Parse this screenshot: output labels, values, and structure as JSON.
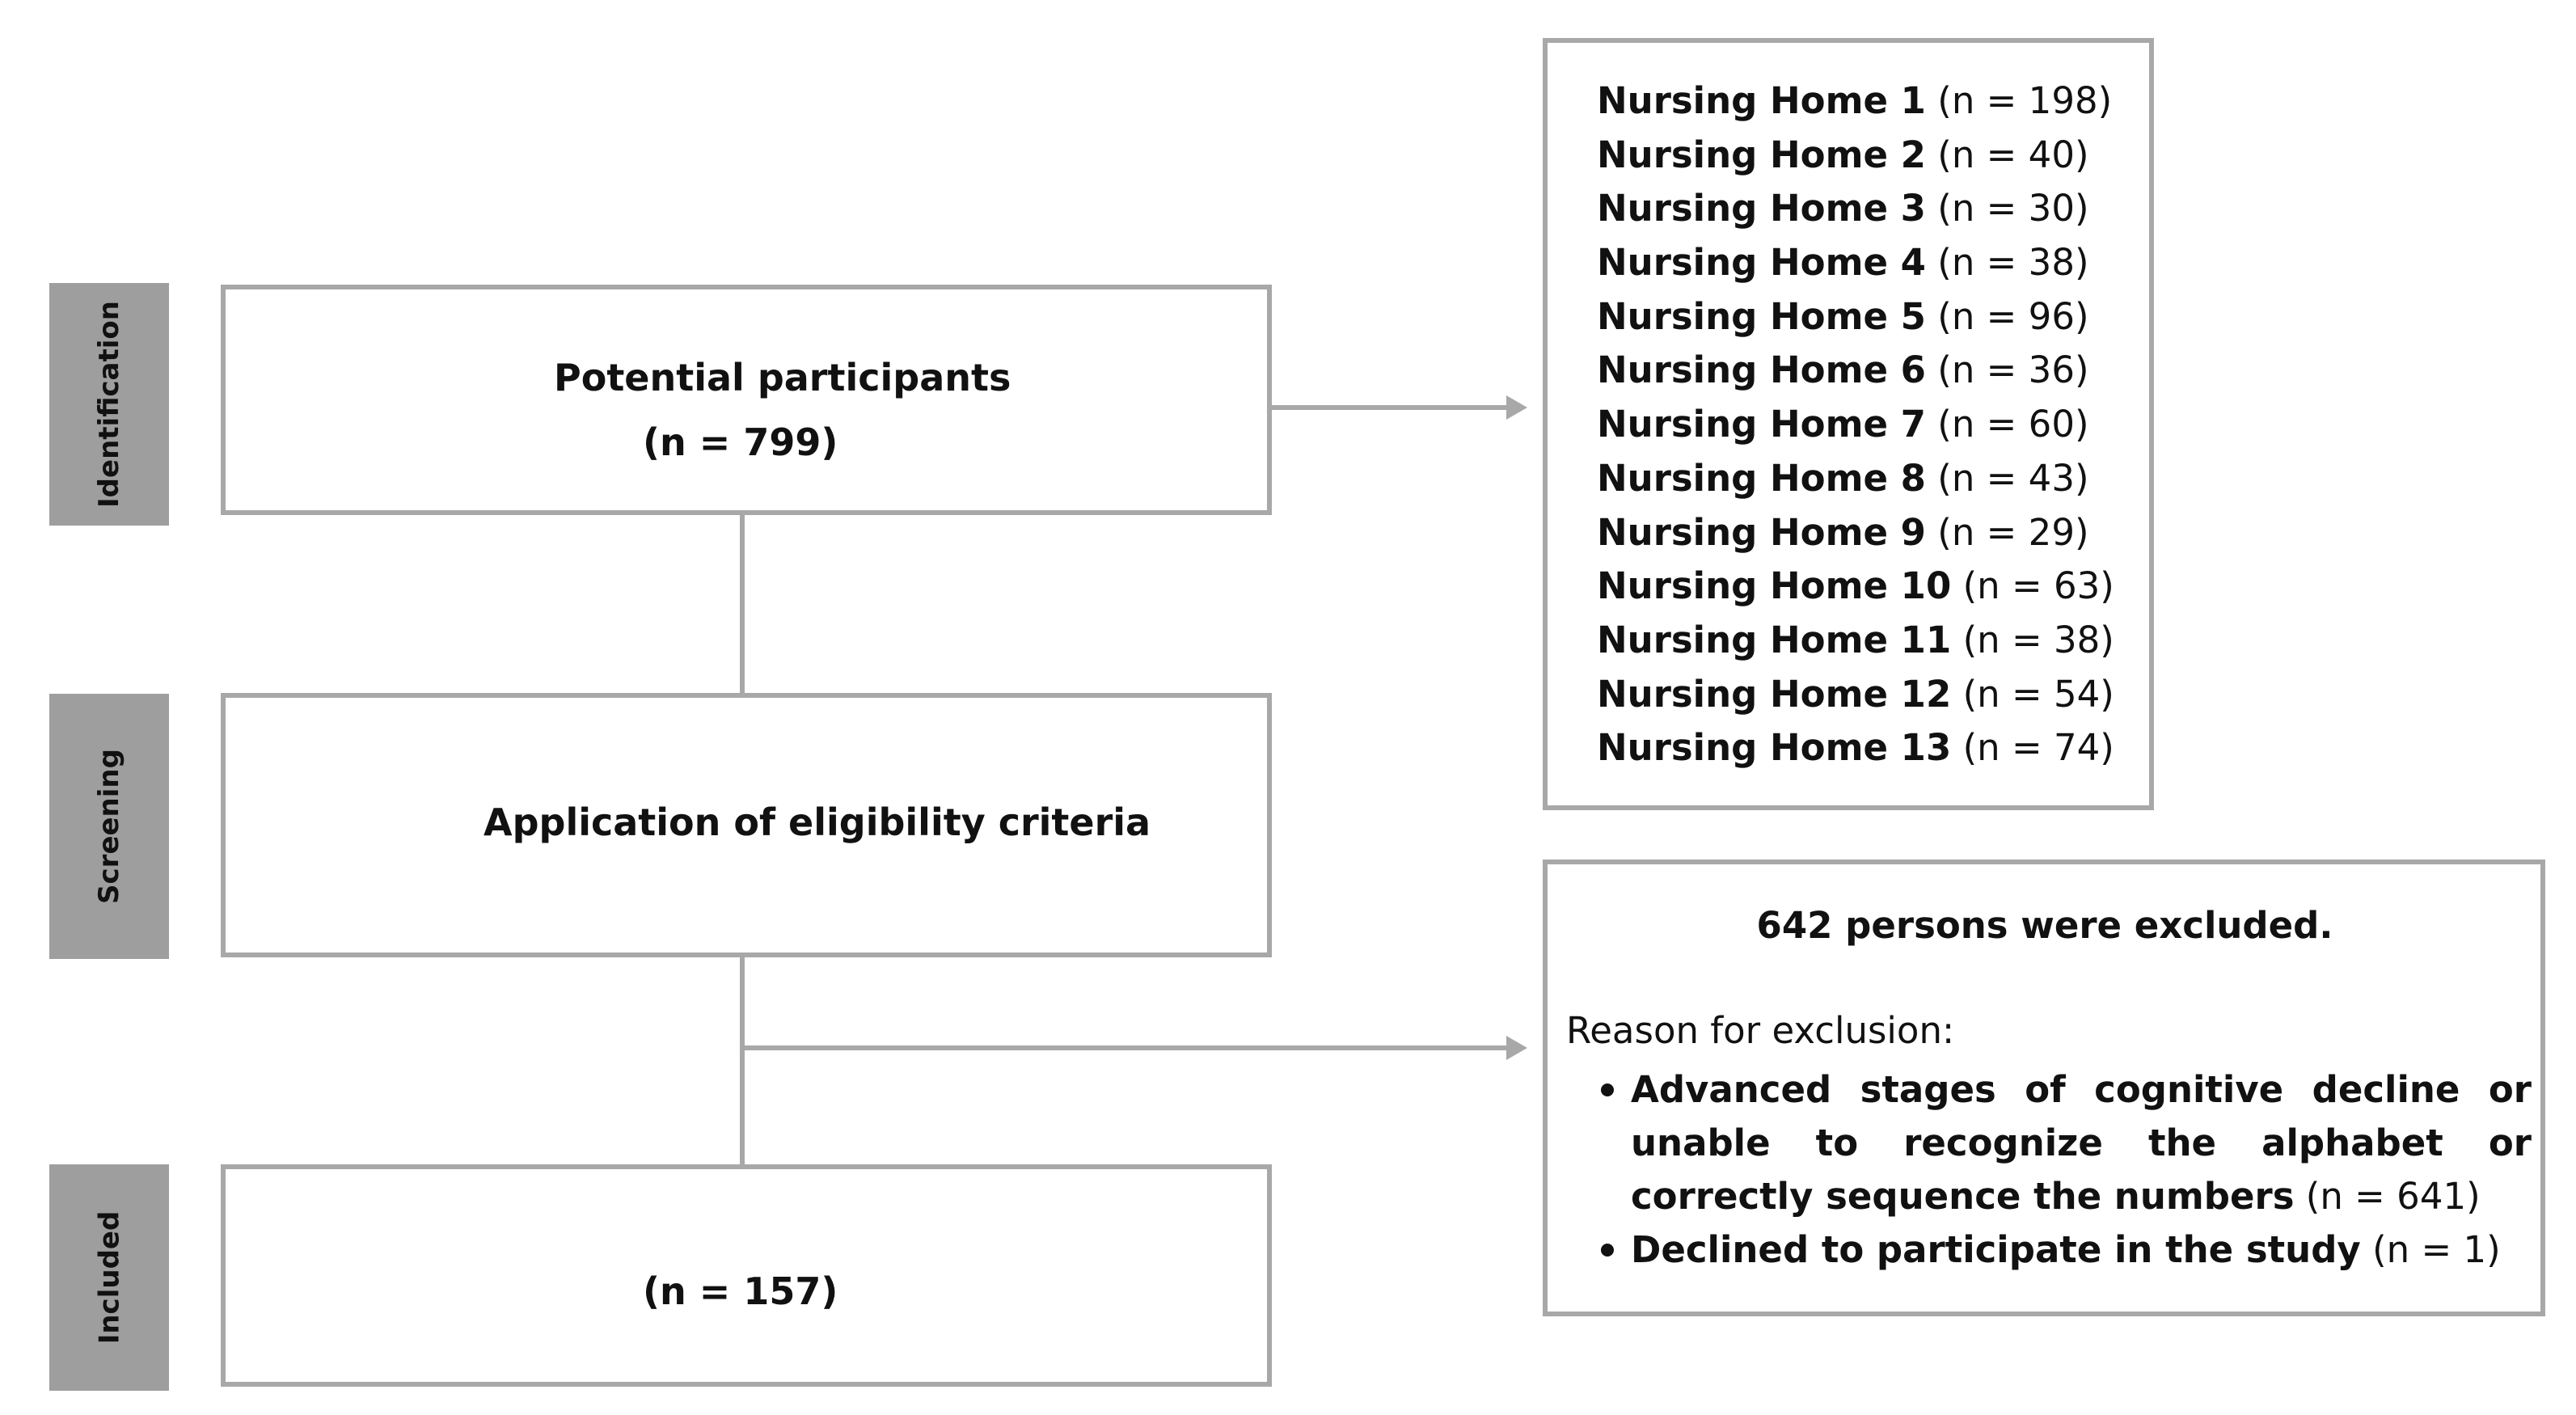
{
  "stages": {
    "identification": "Identification",
    "screening": "Screening",
    "included": "Included"
  },
  "boxes": {
    "potential_title": "Potential participants",
    "potential_count": "(n = 799)",
    "eligibility_title": "Application of eligibility criteria",
    "included_count": "(n = 157)"
  },
  "nursing_homes": [
    {
      "name": "Nursing Home 1",
      "count": "(n = 198)"
    },
    {
      "name": "Nursing Home 2",
      "count": "(n = 40)"
    },
    {
      "name": "Nursing Home 3",
      "count": "(n = 30)"
    },
    {
      "name": "Nursing Home 4",
      "count": "(n = 38)"
    },
    {
      "name": "Nursing Home 5",
      "count": "(n = 96)"
    },
    {
      "name": "Nursing Home 6",
      "count": "(n = 36)"
    },
    {
      "name": "Nursing Home 7",
      "count": "(n = 60)"
    },
    {
      "name": "Nursing Home 8",
      "count": "(n = 43)"
    },
    {
      "name": "Nursing Home 9",
      "count": "(n = 29)"
    },
    {
      "name": "Nursing Home 10",
      "count": "(n = 63)"
    },
    {
      "name": "Nursing Home 11",
      "count": "(n = 38)"
    },
    {
      "name": "Nursing Home 12",
      "count": "(n = 54)"
    },
    {
      "name": "Nursing Home 13",
      "count": "(n = 74)"
    }
  ],
  "exclusion": {
    "title": "642 persons were excluded.",
    "reason_label": "Reason for exclusion:",
    "reasons": [
      {
        "text": "Advanced stages of cognitive decline or unable to recognize the alphabet or correctly sequence the numbers",
        "count": "(n = 641)"
      },
      {
        "text": "Declined to participate in the study",
        "count": "(n = 1)"
      }
    ]
  },
  "colors": {
    "box_border": "#a8a8a8",
    "stage_fill": "#9e9e9e",
    "text": "#111111"
  }
}
